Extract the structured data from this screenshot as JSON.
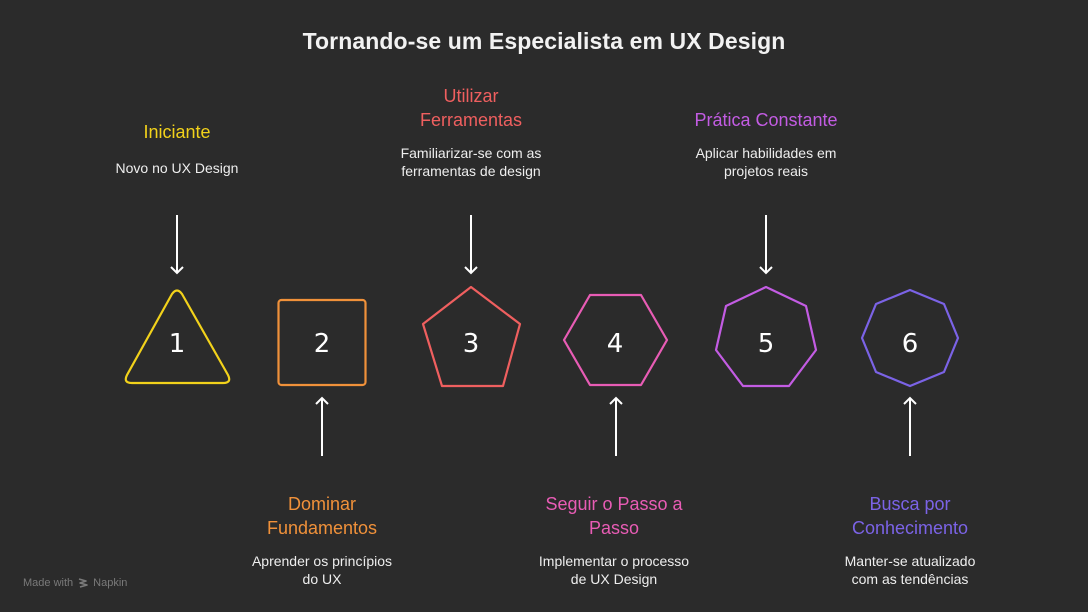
{
  "title": "Tornando-se um Especialista em UX Design",
  "steps": [
    {
      "number": "1",
      "shape": "triangle",
      "color": "#f2d21b",
      "position": "top",
      "label": "Iniciante",
      "description": "Novo no UX Design"
    },
    {
      "number": "2",
      "shape": "square",
      "color": "#f0913a",
      "position": "bottom",
      "label": "Dominar Fundamentos",
      "label_lines": [
        "Dominar",
        "Fundamentos"
      ],
      "description": "Aprender os princípios do UX",
      "description_lines": [
        "Aprender os princípios",
        "do UX"
      ]
    },
    {
      "number": "3",
      "shape": "pentagon",
      "color": "#ef5f5f",
      "position": "top",
      "label": "Utilizar Ferramentas",
      "label_lines": [
        "Utilizar",
        "Ferramentas"
      ],
      "description": "Familiarizar-se com as ferramentas de design",
      "description_lines": [
        "Familiarizar-se com as",
        "ferramentas de design"
      ]
    },
    {
      "number": "4",
      "shape": "hexagon",
      "color": "#e85cb5",
      "position": "bottom",
      "label": "Seguir o Passo a Passo",
      "label_lines": [
        "Seguir o Passo a",
        "Passo"
      ],
      "description": "Implementar o processo de UX Design",
      "description_lines": [
        "Implementar o processo",
        "de UX Design"
      ]
    },
    {
      "number": "5",
      "shape": "heptagon",
      "color": "#c35ce3",
      "position": "top",
      "label": "Prática Constante",
      "description": "Aplicar habilidades em projetos reais",
      "description_lines": [
        "Aplicar habilidades em",
        "projetos reais"
      ]
    },
    {
      "number": "6",
      "shape": "octagon",
      "color": "#7b63e6",
      "position": "bottom",
      "label": "Busca por Conhecimento",
      "label_lines": [
        "Busca por",
        "Conhecimento"
      ],
      "description": "Manter-se atualizado com as tendências",
      "description_lines": [
        "Manter-se atualizado",
        "com as tendências"
      ]
    }
  ],
  "footer": {
    "made_with": "Made with",
    "brand": "Napkin"
  }
}
